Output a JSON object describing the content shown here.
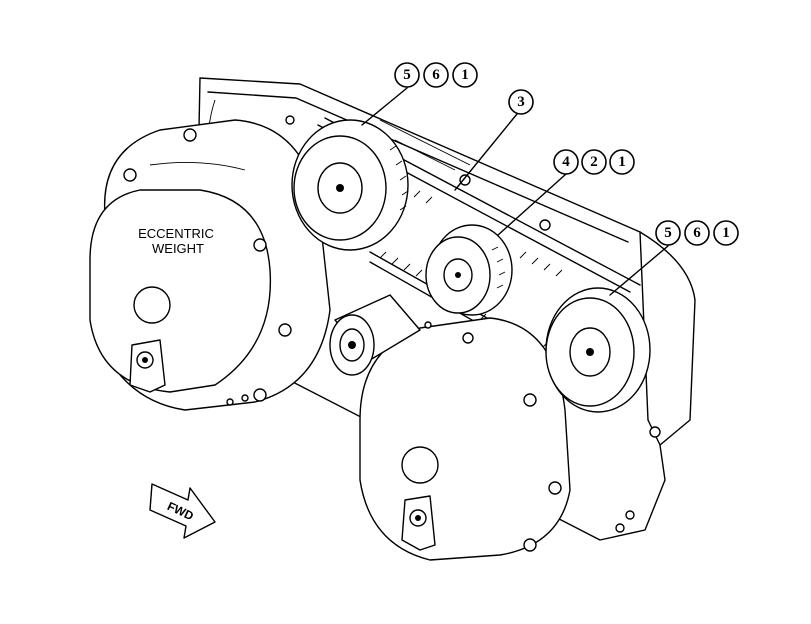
{
  "callouts": [
    {
      "id": "group-a",
      "numbers": [
        "5",
        "6",
        "1"
      ]
    },
    {
      "id": "group-b",
      "numbers": [
        "3"
      ]
    },
    {
      "id": "group-c",
      "numbers": [
        "4",
        "2",
        "1"
      ]
    },
    {
      "id": "group-d",
      "numbers": [
        "5",
        "6",
        "1"
      ]
    }
  ],
  "labels": {
    "eccentric_line1": "ECCENTRIC",
    "eccentric_line2": "WEIGHT",
    "direction": "FWD"
  }
}
